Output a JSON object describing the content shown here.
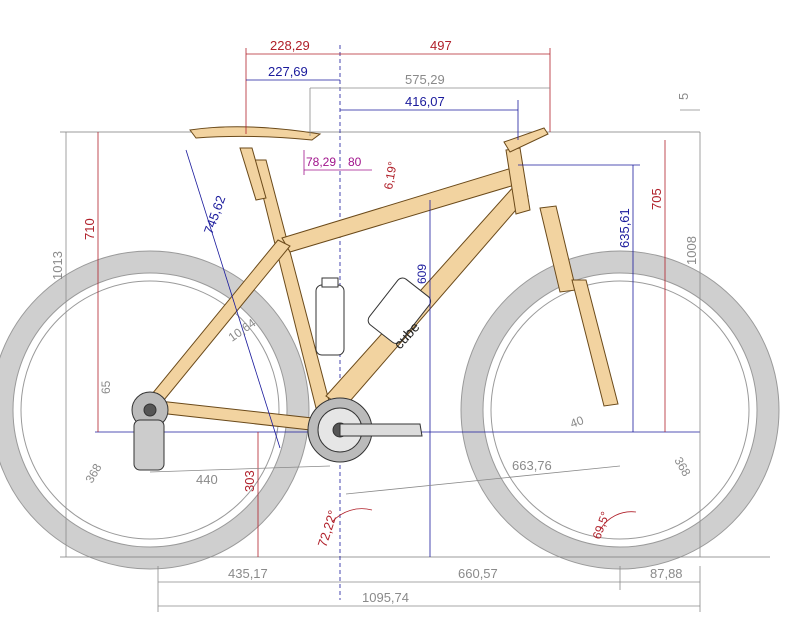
{
  "dimensions": {
    "seat_setback": "228,29",
    "reach_bar": "497",
    "seat_to_bb_h": "227,69",
    "bar_reach_total": "575,29",
    "reach": "416,07",
    "stack_offset": "5",
    "seat_length_a": "78,29",
    "seat_length_b": "80",
    "angle_top": "6,19°",
    "seat_height": "710",
    "seat_tube_len": "745,62",
    "bar_height": "705",
    "stack": "635,61",
    "total_height": "1008",
    "front_height": "1013",
    "bb_drop_label": "10,64",
    "chainstay_rise": "65",
    "bb_height": "303",
    "wheel_left_r": "368",
    "wheel_right_r": "368",
    "chainstay_len": "440",
    "front_center": "663,76",
    "seat_angle": "72,22°",
    "head_angle": "69,5°",
    "fork_offset": "40",
    "rear_to_bb": "435,17",
    "bb_to_front": "660,57",
    "trail": "87,88",
    "wheelbase": "1095,74",
    "tube_length": "609",
    "frame_brand": "cube"
  },
  "colors": {
    "frame": "#f2d3a0",
    "frame_stroke": "#6b4a1a",
    "tire": "#d8d8d8",
    "red": "#b0202a",
    "blue": "#1a1a9c",
    "gray": "#8a8a8a",
    "magenta": "#a0148c"
  }
}
